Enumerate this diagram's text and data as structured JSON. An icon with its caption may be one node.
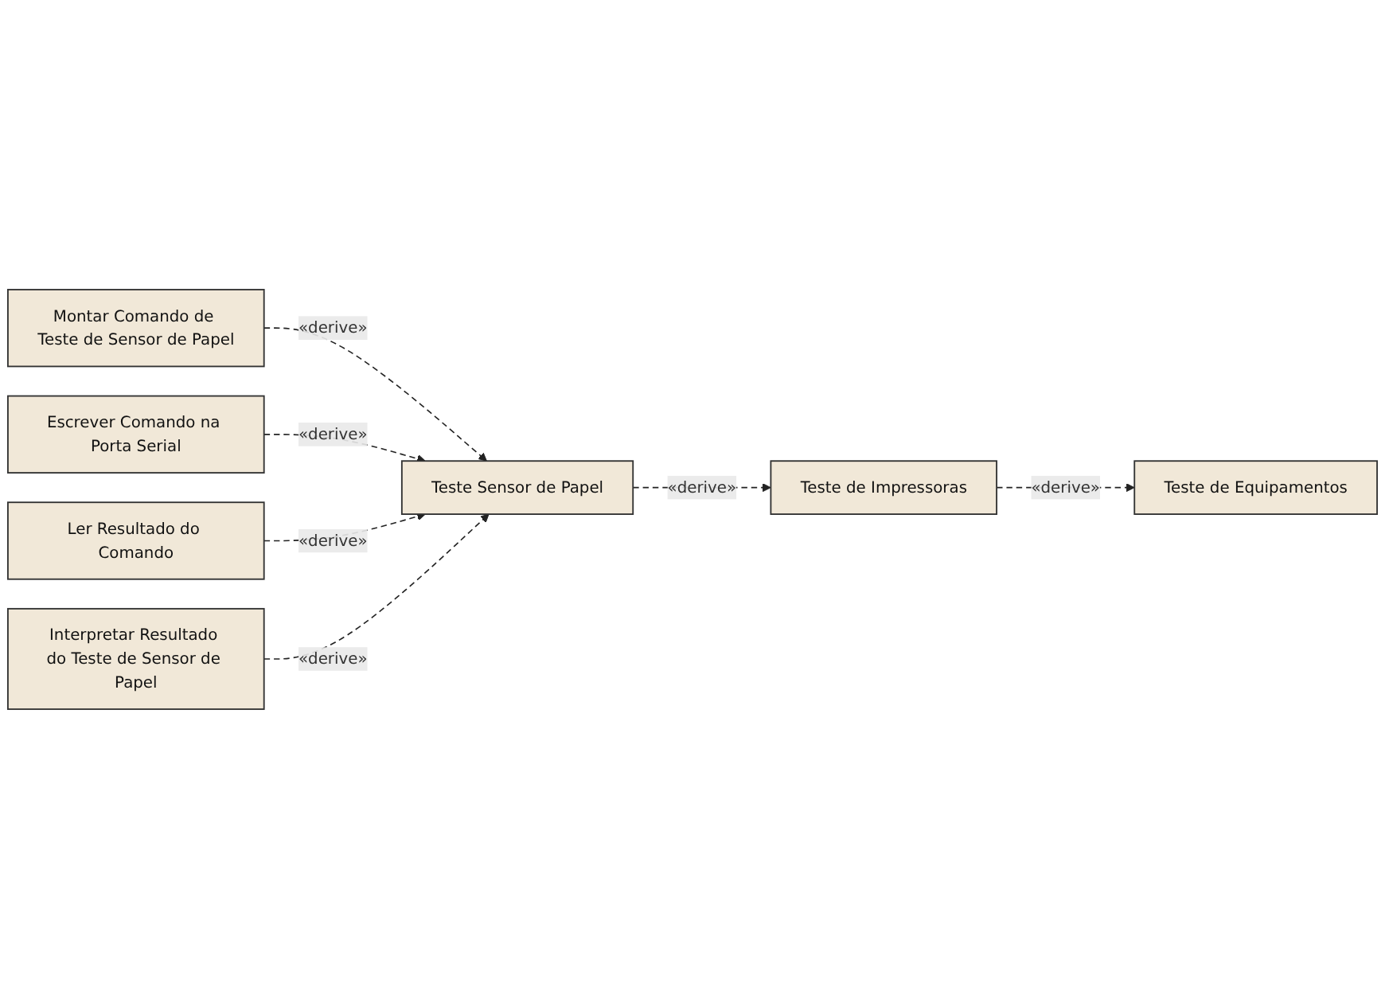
{
  "diagram": {
    "nodes": [
      {
        "text": [
          "Montar Comando de Teste de Sensor de Papel"
        ]
      },
      {
        "text": [
          "Escrever Comando na Porta Serial"
        ]
      },
      {
        "text": [
          "Ler Resultado do Comando"
        ]
      },
      {
        "text": [
          "Interpretar Resultado do Teste de Sensor de Papel"
        ]
      },
      {
        "text": [
          "Teste Sensor de Papel"
        ]
      },
      {
        "text": [
          "Teste de Impressoras"
        ]
      },
      {
        "text": [
          "Teste de Equipamentos"
        ]
      }
    ],
    "edges": [
      {
        "from": 0,
        "to": 4,
        "arrow": "to",
        "label": "«derive»",
        "style": "dashed"
      },
      {
        "from": 1,
        "to": 4,
        "arrow": "to",
        "label": "«derive»",
        "style": "dashed"
      },
      {
        "from": 2,
        "to": 4,
        "arrow": "to",
        "label": "«derive»",
        "style": "dashed"
      },
      {
        "from": 3,
        "to": 4,
        "arrow": "to",
        "label": "«derive»",
        "style": "dashed"
      },
      {
        "from": 4,
        "to": 5,
        "arrow": "to",
        "label": "«derive»",
        "style": "dashed"
      },
      {
        "from": 5,
        "to": 6,
        "arrow": "to",
        "label": "«derive»",
        "style": "dashed"
      }
    ]
  }
}
